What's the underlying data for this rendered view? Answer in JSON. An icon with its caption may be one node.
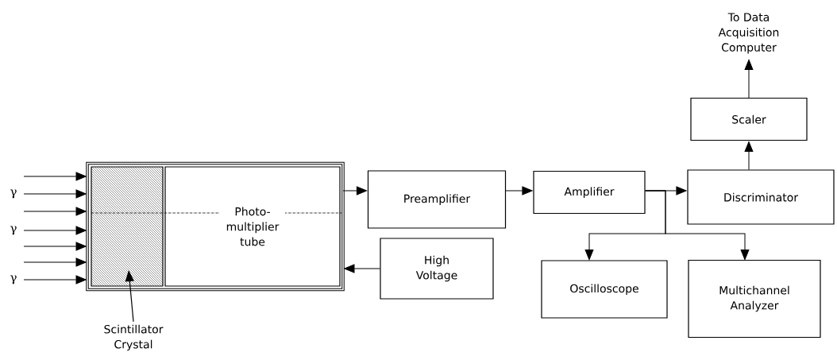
{
  "diagram": {
    "nodes": [
      {
        "text": [],
        "shape": "box"
      },
      {
        "text": [],
        "shape": "box",
        "in": 0
      },
      {
        "text": [
          "Photo- multiplier tube"
        ],
        "in": 0
      },
      {
        "text": [
          "Preamplifier"
        ]
      },
      {
        "text": [
          "Amplifier"
        ]
      },
      {
        "text": [
          "Discriminator"
        ]
      },
      {
        "text": [
          "Scaler"
        ]
      },
      {
        "text": [
          "High Voltage"
        ]
      },
      {
        "text": [
          "Oscilloscope"
        ]
      },
      {
        "text": [
          "Multichannel Analyzer"
        ]
      },
      {
        "text": [
          "To Data Acquisition Computer"
        ]
      },
      {
        "text": [
          "Scintillator Crystal"
        ]
      }
    ],
    "edges": [
      {
        "from": null,
        "to": 0,
        "arrow": "to"
      },
      {
        "from": null,
        "to": 0,
        "arrow": "to",
        "label": "γ"
      },
      {
        "from": null,
        "to": 0,
        "arrow": "to"
      },
      {
        "from": null,
        "to": 0,
        "arrow": "to",
        "label": "γ"
      },
      {
        "from": null,
        "to": 0,
        "arrow": "to"
      },
      {
        "from": null,
        "to": 0,
        "arrow": "to"
      },
      {
        "from": null,
        "to": 0,
        "arrow": "to",
        "label": "γ"
      },
      {
        "from": 2,
        "to": 3,
        "arrow": "to"
      },
      {
        "from": 7,
        "to": 2,
        "arrow": "to"
      },
      {
        "from": 3,
        "to": 4,
        "arrow": "to"
      },
      {
        "from": 4,
        "to": 5,
        "arrow": "to"
      },
      {
        "from": 4,
        "to": 8,
        "arrow": "to"
      },
      {
        "from": 4,
        "to": 9,
        "arrow": "to"
      },
      {
        "from": 5,
        "to": 6,
        "arrow": "to"
      },
      {
        "from": 6,
        "to": 10,
        "arrow": "to"
      },
      {
        "from": 11,
        "to": 1,
        "arrow": "to"
      }
    ]
  }
}
